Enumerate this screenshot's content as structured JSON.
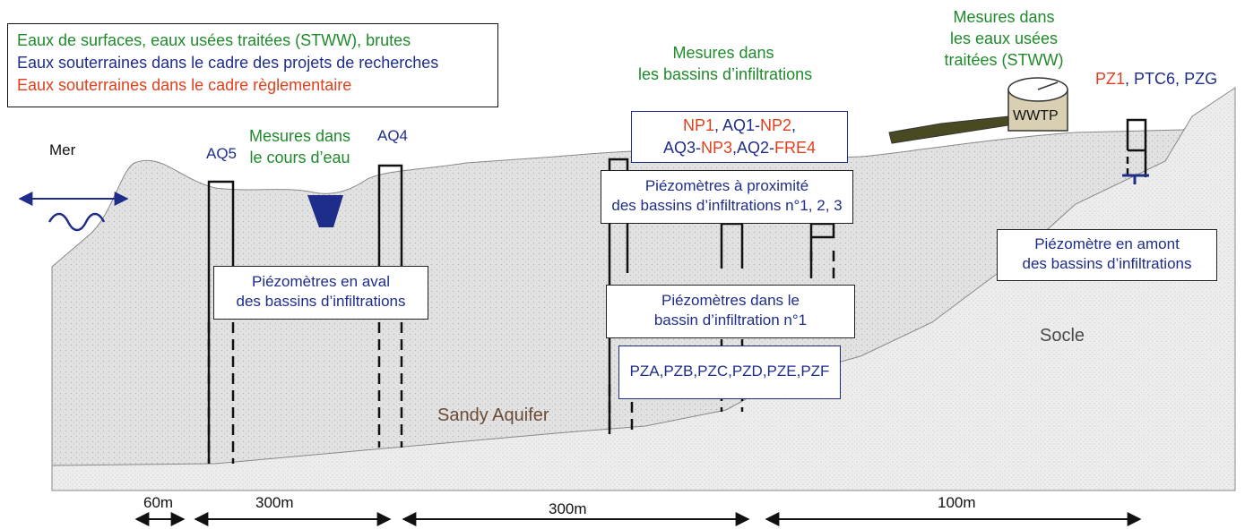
{
  "legend": {
    "line1": "Eaux de surfaces, eaux usées traitées (STWW), brutes",
    "line2": "Eaux souterraines dans le cadre des projets de recherches",
    "line3": "Eaux souterraines dans le cadre règlementaire"
  },
  "labels": {
    "mer": "Mer",
    "aq5": "AQ5",
    "aq4": "AQ4",
    "cours_eau_1": "Mesures dans",
    "cours_eau_2": "le cours d’eau",
    "bassins_1": "Mesures dans",
    "bassins_2": "les bassins d’infiltrations",
    "stww_1": "Mesures dans",
    "stww_2": "les eaux usées",
    "stww_3": "traitées (STWW)",
    "wwtp": "WWTP",
    "pz1": "PZ1",
    "ptc6": "PTC6",
    "pzg": "PZG",
    "sandy": "Sandy Aquifer",
    "socle": "Socle"
  },
  "wells_box": {
    "np1": "NP1",
    "aq1": "AQ1",
    "np2": "NP2",
    "aq3": "AQ3",
    "np3": "NP3",
    "aq2": "AQ2",
    "fre4": "FRE4"
  },
  "boxes": {
    "aval_1": "Piézomètres en aval",
    "aval_2": "des bassins d’infiltrations",
    "prox_1": "Piézomètres à proximité",
    "prox_2": "des bassins d’infiltrations n°1, 2, 3",
    "dans_1": "Piézomètres dans le",
    "dans_2": "bassin d’infiltration n°1",
    "pz_list": "PZA,PZB,PZC,PZD,PZE,PZF",
    "amont_1": "Piézomètre en amont",
    "amont_2": "des bassins d’infiltrations"
  },
  "distances": {
    "d1": "60m",
    "d2": "300m",
    "d3": "300m",
    "d4": "100m"
  },
  "colors": {
    "surface": "#1f8a2c",
    "research": "#1f2d8a",
    "regulatory": "#e0401c",
    "ground": "#e6e6e6",
    "socle": "#f0f0f0"
  }
}
